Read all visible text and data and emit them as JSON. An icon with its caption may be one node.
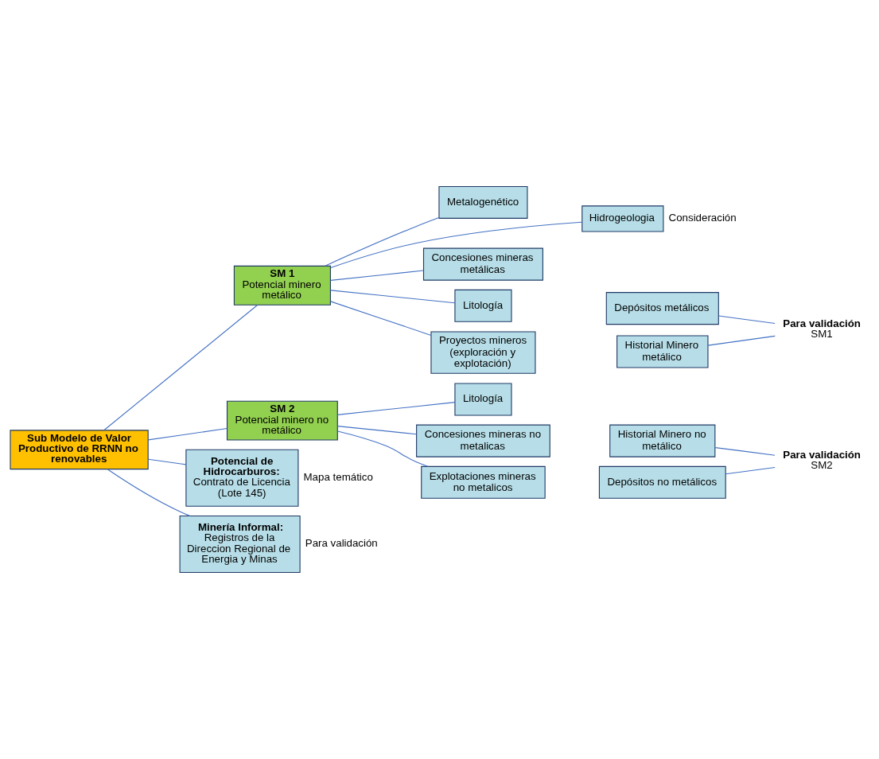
{
  "diagram": {
    "nodes": [
      {
        "text": [
          "Sub Modelo de Valor Productivo de RRNN no renovables"
        ]
      },
      {
        "text": [
          "SM 1",
          "Potencial minero metálico"
        ]
      },
      {
        "text": [
          "Metalogenético"
        ]
      },
      {
        "text": [
          "Hidrogeologia"
        ],
        "beside": [
          "Consideración"
        ]
      },
      {
        "text": [
          "Concesiones mineras metálicas"
        ]
      },
      {
        "text": [
          "Litología"
        ]
      },
      {
        "text": [
          "Depósitos metálicos"
        ]
      },
      {
        "text": [
          "Proyectos mineros (exploración y explotación)"
        ]
      },
      {
        "text": [
          "Historial Minero metálico"
        ]
      },
      {
        "text": [
          "Para validación",
          "SM1"
        ]
      },
      {
        "text": [
          "SM 2",
          "Potencial minero no metálico"
        ]
      },
      {
        "text": [
          "Litología"
        ]
      },
      {
        "text": [
          "Concesiones mineras no metalicas"
        ]
      },
      {
        "text": [
          "Historial Minero no metálico"
        ]
      },
      {
        "text": [
          "Explotaciones mineras no metalicos"
        ]
      },
      {
        "text": [
          "Depósitos no metálicos"
        ]
      },
      {
        "text": [
          "Para validación",
          "SM2"
        ]
      },
      {
        "text": [
          "Potencial de Hidrocarburos:",
          "Contrato de Licencia (Lote 145)"
        ],
        "beside": [
          "Mapa temático"
        ]
      },
      {
        "text": [
          "Minería Informal:",
          "Registros de la Direccion Regional de Energia y Minas"
        ],
        "beside": [
          "Para validación"
        ]
      }
    ],
    "edges": [
      {
        "from": 0,
        "to": 1,
        "arrow": "none"
      },
      {
        "from": 0,
        "to": 10,
        "arrow": "none"
      },
      {
        "from": 0,
        "to": 17,
        "arrow": "none"
      },
      {
        "from": 0,
        "to": 18,
        "arrow": "none"
      },
      {
        "from": 1,
        "to": 2,
        "arrow": "none"
      },
      {
        "from": 1,
        "to": 3,
        "arrow": "none"
      },
      {
        "from": 1,
        "to": 4,
        "arrow": "none"
      },
      {
        "from": 1,
        "to": 5,
        "arrow": "none"
      },
      {
        "from": 1,
        "to": 7,
        "arrow": "none"
      },
      {
        "from": 6,
        "to": 9,
        "arrow": "none"
      },
      {
        "from": 8,
        "to": 9,
        "arrow": "none"
      },
      {
        "from": 10,
        "to": 11,
        "arrow": "none"
      },
      {
        "from": 10,
        "to": 12,
        "arrow": "none"
      },
      {
        "from": 10,
        "to": 14,
        "arrow": "none"
      },
      {
        "from": 13,
        "to": 16,
        "arrow": "none"
      },
      {
        "from": 15,
        "to": 16,
        "arrow": "none"
      }
    ]
  }
}
